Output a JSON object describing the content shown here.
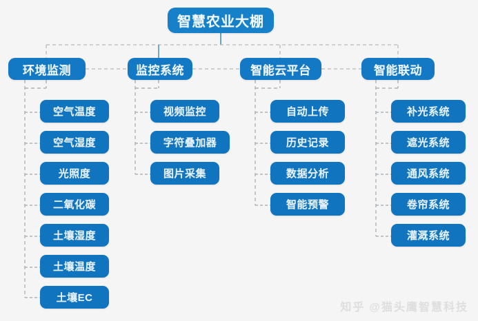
{
  "diagram": {
    "root": {
      "label": "智慧农业大棚"
    },
    "branches": [
      {
        "label": "环境监测",
        "children": [
          {
            "label": "空气温度"
          },
          {
            "label": "空气湿度"
          },
          {
            "label": "光照度"
          },
          {
            "label": "二氧化碳"
          },
          {
            "label": "土壤湿度"
          },
          {
            "label": "土壤温度"
          },
          {
            "label": "土壤EC"
          }
        ]
      },
      {
        "label": "监控系统",
        "children": [
          {
            "label": "视频监控"
          },
          {
            "label": "字符叠加器"
          },
          {
            "label": "图片采集"
          }
        ]
      },
      {
        "label": "智能云平台",
        "children": [
          {
            "label": "自动上传"
          },
          {
            "label": "历史记录"
          },
          {
            "label": "数据分析"
          },
          {
            "label": "智能预警"
          }
        ]
      },
      {
        "label": "智能联动",
        "children": [
          {
            "label": "补光系统"
          },
          {
            "label": "遮光系统"
          },
          {
            "label": "通风系统"
          },
          {
            "label": "卷帘系统"
          },
          {
            "label": "灌溉系统"
          }
        ]
      }
    ]
  },
  "watermark": {
    "brand": "知乎",
    "handle": "@猫头鹰智慧科技"
  },
  "colors": {
    "background": "#f5f5f5",
    "node_blue": "#1479c4",
    "node_blue_dark": "#1174bf",
    "node_text": "#eaf4fc",
    "connector_solid": "#2a7fbe",
    "connector_dashed": "#b9b9b9",
    "watermark_text": "#dedede"
  }
}
